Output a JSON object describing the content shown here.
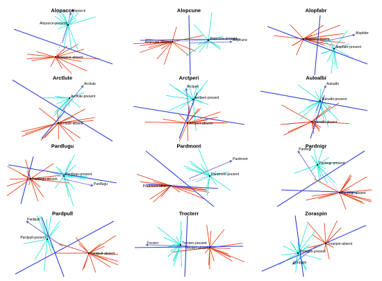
{
  "colors": {
    "present": "#2ee6d6",
    "absent": "#e8431c",
    "axis": "#2b3fd6",
    "vector": "#5560c8",
    "dashed": "#8a8ad0"
  },
  "chart_data": [
    {
      "type": "scatter",
      "title": "Alopacce",
      "present_label": "Alopacce-present",
      "absent_label": "Alopacce-absent",
      "species_label": "Alopacce"
    },
    {
      "type": "scatter",
      "title": "Alopcune",
      "present_label": "Alopcune-present",
      "absent_label": "Alopcune-absent",
      "species_label": "Alopcune"
    },
    {
      "type": "scatter",
      "title": "Alopfabr",
      "present_label": "Alopfabr-present",
      "absent_label": "Alopfabr-absent",
      "species_label": "Alopfabr"
    },
    {
      "type": "scatter",
      "title": "Arctlute",
      "present_label": "Arctlute-present",
      "absent_label": "Arctlute-absent",
      "species_label": "Arctlute"
    },
    {
      "type": "scatter",
      "title": "Arctperi",
      "present_label": "Arctperi-present",
      "absent_label": "Arctperi-absent",
      "species_label": "Arctperi"
    },
    {
      "type": "scatter",
      "title": "Auloalbi",
      "present_label": "Auloalbi-present",
      "absent_label": "Auloalbi-absent",
      "species_label": "Auloalbi"
    },
    {
      "type": "scatter",
      "title": "Pardlugu",
      "present_label": "Pardlugu-present",
      "absent_label": "Pardlugu-absent",
      "species_label": "Pardlugu"
    },
    {
      "type": "scatter",
      "title": "Pardmont",
      "present_label": "Pardmont-present",
      "absent_label": "Pardmont-absent",
      "species_label": "Pardmont"
    },
    {
      "type": "scatter",
      "title": "Pardnigr",
      "present_label": "Pardnigr-present",
      "absent_label": "Pardnigr-absent",
      "species_label": "Pardnigr"
    },
    {
      "type": "scatter",
      "title": "Pardpull",
      "present_label": "Pardpull-present",
      "absent_label": "Pardpull-absent",
      "species_label": "Pardpull"
    },
    {
      "type": "scatter",
      "title": "Trocterr",
      "present_label": "Trocterr-present",
      "absent_label": "Trocterr-absent",
      "species_label": "Trocterr"
    },
    {
      "type": "scatter",
      "title": "Zoraspin",
      "present_label": "Zoraspin-present",
      "absent_label": "Zoraspin-absent",
      "species_label": "Zoraspin"
    }
  ]
}
